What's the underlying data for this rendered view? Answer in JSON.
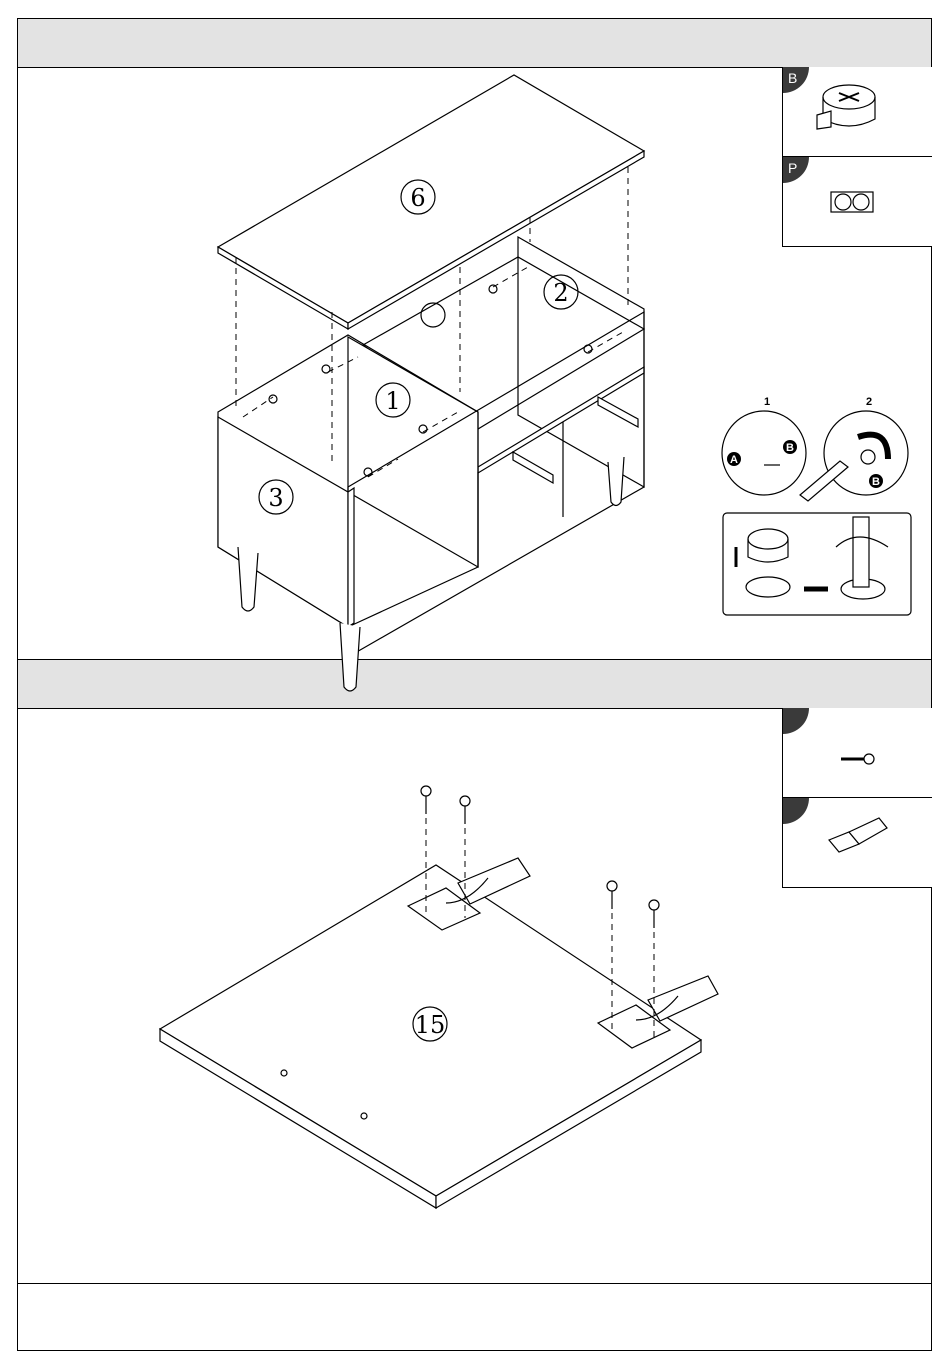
{
  "parts": {
    "cam_lock_letter": "B",
    "dowel_cap_letter": "P"
  },
  "step1": {
    "panel_top": "6",
    "panel_left_inner": "1",
    "panel_right": "2",
    "panel_side": "3",
    "inset_step_one": "1",
    "inset_step_two": "2",
    "inset_label_a": "A",
    "inset_label_b": "B",
    "inset_label_b2": "B"
  },
  "step2": {
    "panel_door": "15"
  },
  "icons": [
    "cam-lock-icon",
    "dowel-cap-icon",
    "screw-icon",
    "hinge-icon",
    "screwdriver-icon",
    "arrow-icon"
  ]
}
